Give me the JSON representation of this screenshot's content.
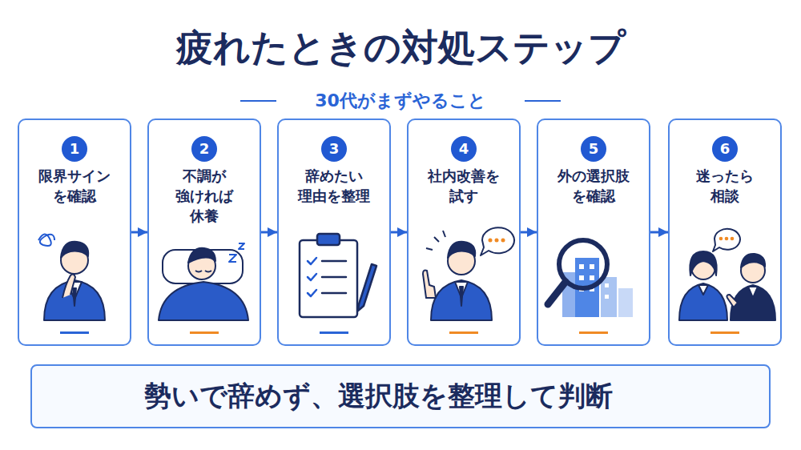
{
  "diagram": {
    "title": "疲れたときの対処ステップ",
    "nodes": [
      {
        "text": [
          "限界サイン を確認"
        ]
      },
      {
        "text": [
          "1"
        ],
        "in": 0
      },
      {
        "text": [
          "不調が 強ければ 休養"
        ]
      },
      {
        "text": [
          "2"
        ],
        "in": 2
      },
      {
        "text": [
          "辞めたい 理由を整理"
        ]
      },
      {
        "text": [
          "3"
        ],
        "in": 4
      },
      {
        "text": [
          "社内改善を 試す"
        ]
      },
      {
        "text": [
          "4"
        ],
        "in": 6
      },
      {
        "text": [
          "外の選択肢 を確認"
        ]
      },
      {
        "text": [
          "5"
        ],
        "in": 8
      },
      {
        "text": [
          "迷ったら 相談"
        ]
      },
      {
        "text": [
          "6"
        ],
        "in": 10
      },
      {
        "text": [
          "勢いで辞めず、選択肢を整理して判断"
        ]
      }
    ],
    "edges": [
      {
        "from": 0,
        "to": 2,
        "arrow": "to"
      },
      {
        "from": 2,
        "to": 4,
        "arrow": "to"
      },
      {
        "from": 4,
        "to": 6,
        "arrow": "to"
      },
      {
        "from": 6,
        "to": 8,
        "arrow": "to"
      },
      {
        "from": 8,
        "to": 10,
        "arrow": "to"
      }
    ],
    "labels": [
      "30代がまずやること"
    ]
  }
}
